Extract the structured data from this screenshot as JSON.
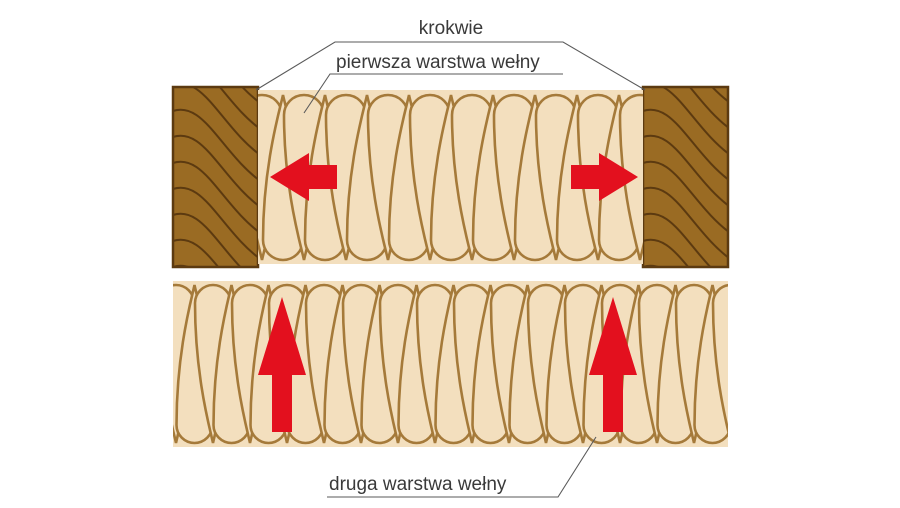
{
  "labels": {
    "rafters": "krokwie",
    "first_layer": "pierwsza warstwa wełny",
    "second_layer": "druga warstwa wełny"
  },
  "colors": {
    "wood_fill": "#9a6b23",
    "wood_grain": "#5c3a10",
    "wool_fill": "#f3dfbe",
    "wool_line": "#a57a3a",
    "arrow": "#e3101e",
    "leader": "#5a5a5a",
    "text": "#3a3a3a"
  },
  "icons": {
    "arrow_left": "arrow-left-icon",
    "arrow_right": "arrow-right-icon",
    "arrow_up": "arrow-up-icon"
  }
}
